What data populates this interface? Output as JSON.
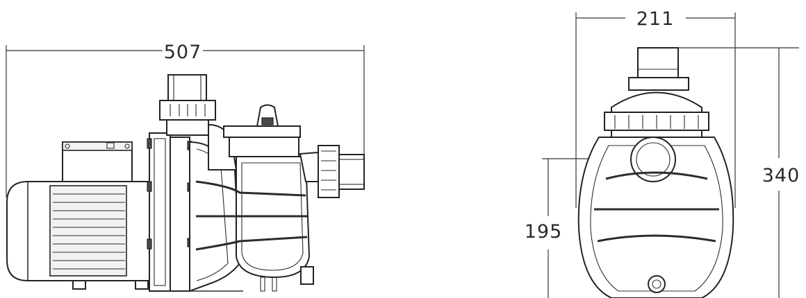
{
  "dimensions": {
    "side_length": "507",
    "front_width": "211",
    "front_height": "340",
    "inlet_height": "195"
  }
}
